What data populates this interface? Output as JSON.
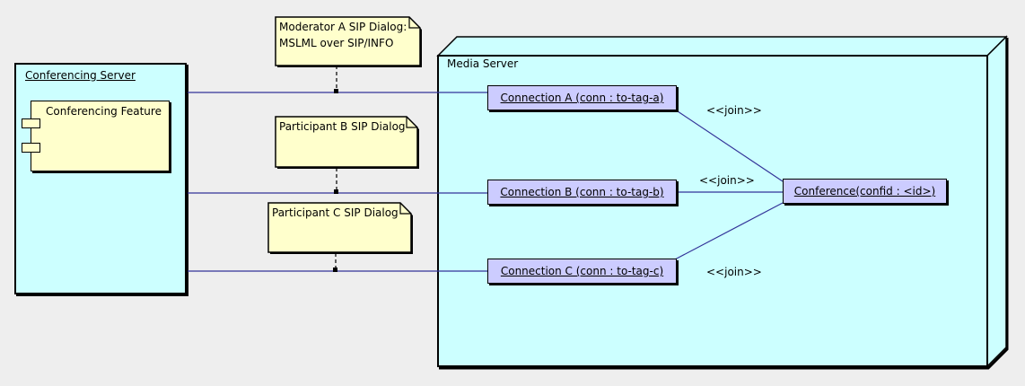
{
  "diagram": {
    "type": "uml-deployment-diagram",
    "palette": {
      "background": "#EEEEEE",
      "node_fill": "#CCFFFF",
      "note_fill": "#FFFFCC",
      "classifier_fill": "#CCCCFF",
      "edge_color": "#333399",
      "border_color": "#000000"
    },
    "conferencing_server": {
      "title": "Conferencing Server",
      "component": {
        "label": "Conferencing Feature"
      }
    },
    "media_server": {
      "title": "Media Server",
      "connections": [
        {
          "label": "Connection A (conn : to-tag-a)"
        },
        {
          "label": "Connection B (conn : to-tag-b)"
        },
        {
          "label": "Connection C (conn : to-tag-c)"
        }
      ],
      "conference": {
        "label": "Conference(confid : <id>)"
      }
    },
    "notes": [
      {
        "line1": "Moderator A SIP Dialog:",
        "line2": "MSLML over SIP/INFO"
      },
      {
        "line1": "Participant B SIP Dialog",
        "line2": ""
      },
      {
        "line1": "Participant C SIP Dialog",
        "line2": ""
      }
    ],
    "edge_labels": {
      "join_a": "<<join>>",
      "join_b": "<<join>>",
      "join_c": "<<join>>"
    }
  }
}
